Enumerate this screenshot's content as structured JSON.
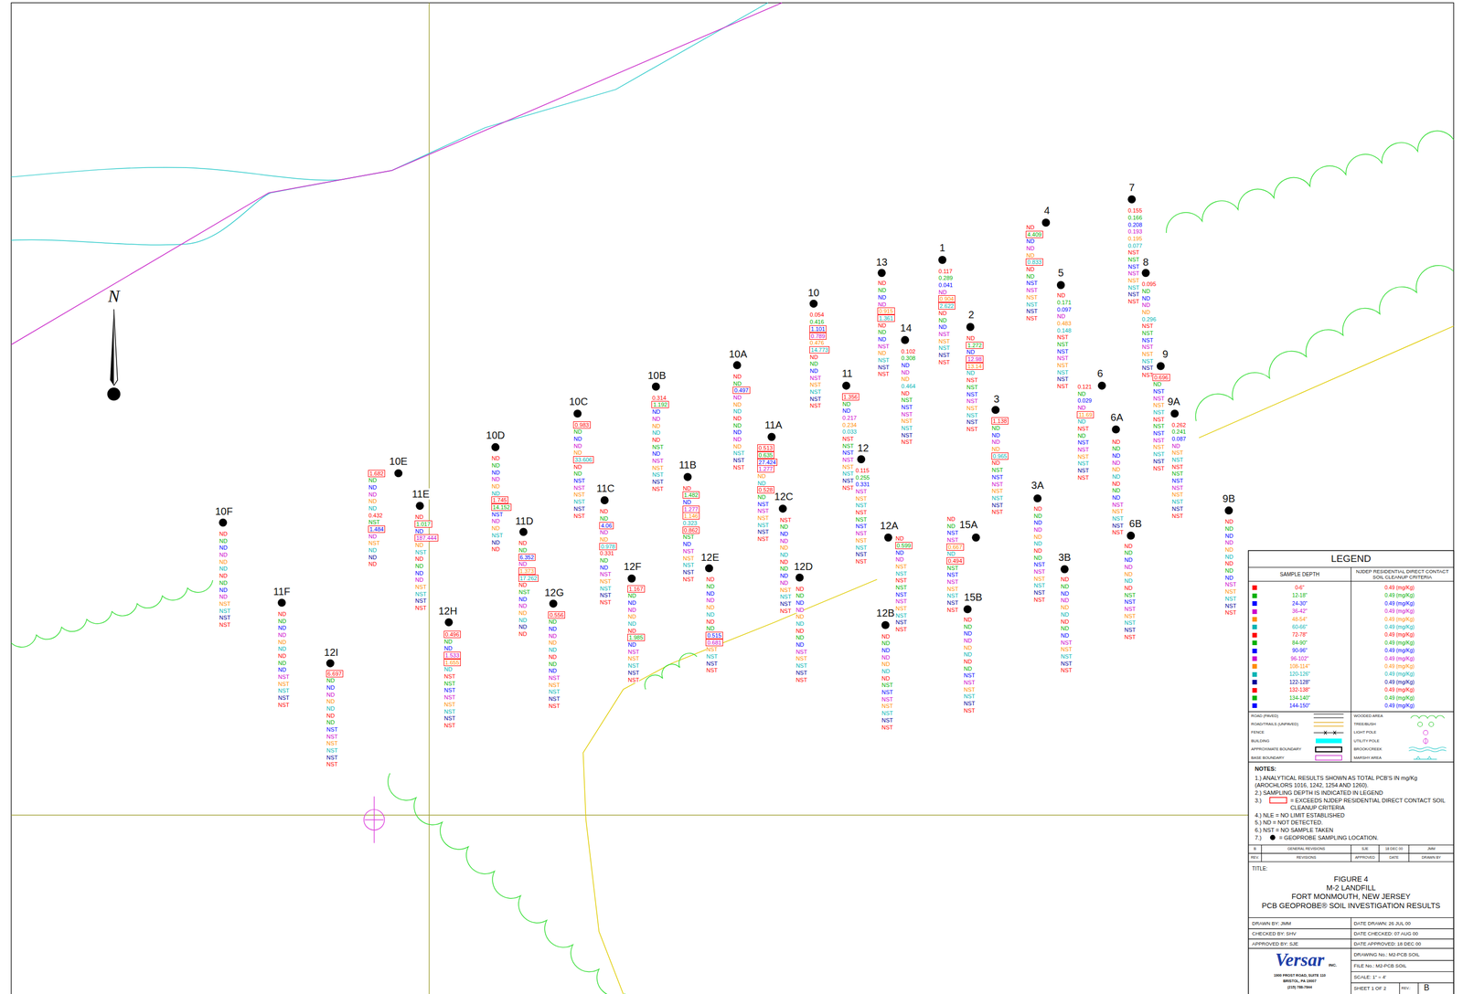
{
  "diagram": {
    "labels": [
      "10F",
      "ND",
      "ND",
      "ND",
      "ND",
      "ND",
      "ND",
      "ND",
      "ND",
      "ND",
      "ND",
      "NST",
      "NST",
      "NST",
      "NST",
      "11F",
      "ND",
      "ND",
      "ND",
      "ND",
      "ND",
      "ND",
      "ND",
      "ND",
      "ND",
      "NST",
      "NST",
      "NST",
      "NST",
      "NST",
      "12I",
      "6.697",
      "ND",
      "ND",
      "ND",
      "ND",
      "ND",
      "ND",
      "ND",
      "NST",
      "NST",
      "NST",
      "NST",
      "NST",
      "NST",
      "10E",
      "1.682",
      "ND",
      "ND",
      "ND",
      "ND",
      "ND",
      "0.432",
      "NST",
      "1.484",
      "ND",
      "NST",
      "ND",
      "ND",
      "ND",
      "11E",
      "ND",
      "1.017",
      "ND",
      "187.444",
      "ND",
      "NST",
      "ND",
      "ND",
      "ND",
      "ND",
      "NST",
      "NST",
      "NST",
      "NST",
      "12H",
      "0.496",
      "ND",
      "ND",
      "1.533",
      "1.655",
      "ND",
      "NST",
      "NST",
      "NST",
      "NST",
      "NST",
      "NST",
      "NST",
      "NST",
      "10D",
      "ND",
      "ND",
      "ND",
      "ND",
      "ND",
      "ND",
      "1.745",
      "14.152",
      "NST",
      "ND",
      "ND",
      "NST",
      "ND",
      "ND",
      "11D",
      "ND",
      "ND",
      "6.352",
      "ND",
      "1.373",
      "17.262",
      "ND",
      "NST",
      "ND",
      "ND",
      "ND",
      "ND",
      "ND",
      "ND",
      "10C",
      "0.983",
      "ND",
      "ND",
      "ND",
      "ND",
      "33.606",
      "ND",
      "ND",
      "NST",
      "NST",
      "NST",
      "NST",
      "NST",
      "NST",
      "11C",
      "ND",
      "ND",
      "4.06",
      "ND",
      "ND",
      "0.978",
      "0.331",
      "ND",
      "ND",
      "NST",
      "NST",
      "NST",
      "NST",
      "NST",
      "12G",
      "0.556",
      "ND",
      "ND",
      "ND",
      "ND",
      "ND",
      "ND",
      "ND",
      "ND",
      "NST",
      "NST",
      "NST",
      "NST",
      "NST",
      "10B",
      "0.314",
      "1.192",
      "ND",
      "ND",
      "ND",
      "ND",
      "ND",
      "NST",
      "ND",
      "NST",
      "NST",
      "NST",
      "NST",
      "NST",
      "12F",
      "1.167",
      "ND",
      "ND",
      "ND",
      "ND",
      "ND",
      "ND",
      "1.985",
      "ND",
      "NST",
      "NST",
      "NST",
      "NST",
      "NST",
      "11B",
      "ND",
      "1.482",
      "ND",
      "1.277",
      "1.146",
      "0.323",
      "0.862",
      "NST",
      "ND",
      "NST",
      "NST",
      "NST",
      "NST",
      "NST",
      "12E",
      "ND",
      "ND",
      "ND",
      "ND",
      "ND",
      "ND",
      "ND",
      "ND",
      "0.515",
      "0.681",
      "NST",
      "NST",
      "NST",
      "NST",
      "10A",
      "ND",
      "ND",
      "0.497",
      "ND",
      "ND",
      "ND",
      "ND",
      "ND",
      "ND",
      "ND",
      "ND",
      "NST",
      "NST",
      "NST",
      "11A",
      "0.513",
      "0.635",
      "27.424",
      "1.277",
      "ND",
      "ND",
      "0.528",
      "ND",
      "NST",
      "NST",
      "NST",
      "NST",
      "NST",
      "NST",
      "12C",
      "NST",
      "ND",
      "ND",
      "ND",
      "ND",
      "ND",
      "ND",
      "ND",
      "ND",
      "ND",
      "NST",
      "NST",
      "NST",
      "NST",
      "12D",
      "ND",
      "ND",
      "ND",
      "ND",
      "ND",
      "ND",
      "ND",
      "ND",
      "ND",
      "NST",
      "NST",
      "NST",
      "NST",
      "NST",
      "10",
      "0.054",
      "0.416",
      "1.101",
      "0.789",
      "0.476",
      "14.773",
      "ND",
      "ND",
      "ND",
      "NST",
      "NST",
      "NST",
      "NST",
      "NST",
      "11",
      "1.356",
      "ND",
      "ND",
      "0.217",
      "0.234",
      "0.033",
      "NST",
      "NST",
      "NST",
      "NST",
      "NST",
      "NST",
      "NST",
      "NST",
      "12",
      "0.115",
      "0.255",
      "0.331",
      "NST",
      "NST",
      "NST",
      "NST",
      "NST",
      "NST",
      "NST",
      "NST",
      "NST",
      "NST",
      "NST",
      "13",
      "ND",
      "ND",
      "ND",
      "ND",
      "0.915",
      "1.361",
      "ND",
      "ND",
      "ND",
      "NST",
      "ND",
      "NST",
      "NST",
      "NST",
      "14",
      "0.102",
      "0.308",
      "ND",
      "ND",
      "ND",
      "0.464",
      "ND",
      "NST",
      "NST",
      "NST",
      "NST",
      "NST",
      "NST",
      "NST",
      "1",
      "0.117",
      "0.289",
      "0.041",
      "ND",
      "0.904",
      "2.622",
      "ND",
      "ND",
      "ND",
      "NST",
      "NST",
      "NST",
      "NST",
      "NST",
      "2",
      "ND",
      "1.272",
      "ND",
      "12.98",
      "13.14",
      "ND",
      "NST",
      "NST",
      "NST",
      "NST",
      "NST",
      "NST",
      "NST",
      "NST",
      "3",
      "1.138",
      "ND",
      "ND",
      "ND",
      "ND",
      "0.965",
      "ND",
      "NST",
      "NST",
      "NST",
      "NST",
      "NST",
      "NST",
      "NST",
      "12A",
      "ND",
      "0.599",
      "ND",
      "ND",
      "NST",
      "NST",
      "NST",
      "NST",
      "NST",
      "NST",
      "NST",
      "NST",
      "NST",
      "NST",
      "15A",
      "ND",
      "ND",
      "NST",
      "NST",
      "0.667",
      "ND",
      "0.494",
      "NST",
      "NST",
      "NST",
      "NST",
      "NST",
      "NST",
      "NST",
      "12B",
      "ND",
      "ND",
      "ND",
      "ND",
      "ND",
      "ND",
      "ND",
      "NST",
      "NST",
      "NST",
      "NST",
      "NST",
      "NST",
      "NST",
      "15B",
      "ND",
      "ND",
      "ND",
      "ND",
      "ND",
      "ND",
      "ND",
      "ND",
      "NST",
      "NST",
      "NST",
      "NST",
      "NST",
      "NST",
      "4",
      "ND",
      "4.409",
      "ND",
      "ND",
      "ND",
      "0.833",
      "ND",
      "ND",
      "NST",
      "NST",
      "NST",
      "NST",
      "NST",
      "NST",
      "5",
      "ND",
      "0.171",
      "0.097",
      "ND",
      "0.483",
      "0.148",
      "NST",
      "NST",
      "NST",
      "NST",
      "NST",
      "NST",
      "NST",
      "NST",
      "3A",
      "ND",
      "ND",
      "ND",
      "ND",
      "ND",
      "ND",
      "ND",
      "ND",
      "NST",
      "NST",
      "NST",
      "NST",
      "NST",
      "NST",
      "3B",
      "ND",
      "ND",
      "ND",
      "ND",
      "ND",
      "ND",
      "ND",
      "ND",
      "ND",
      "NST",
      "NST",
      "NST",
      "NST",
      "NST",
      "6",
      "0.121",
      "ND",
      "0.029",
      "ND",
      "11.69",
      "ND",
      "NST",
      "ND",
      "NST",
      "NST",
      "NST",
      "NST",
      "NST",
      "NST",
      "6A",
      "ND",
      "ND",
      "ND",
      "ND",
      "ND",
      "ND",
      "ND",
      "ND",
      "ND",
      "NST",
      "NST",
      "NST",
      "NST",
      "NST",
      "6B",
      "ND",
      "ND",
      "ND",
      "ND",
      "ND",
      "ND",
      "ND",
      "NST",
      "NST",
      "NST",
      "NST",
      "NST",
      "NST",
      "NST",
      "7",
      "0.155",
      "0.166",
      "0.208",
      "0.193",
      "0.195",
      "0.077",
      "NST",
      "NST",
      "NST",
      "NST",
      "NST",
      "NST",
      "NST",
      "NST",
      "8",
      "0.095",
      "ND",
      "ND",
      "ND",
      "ND",
      "0.296",
      "NST",
      "NST",
      "NST",
      "NST",
      "NST",
      "NST",
      "NST",
      "NST",
      "9",
      "0.696",
      "ND",
      "NST",
      "NST",
      "NST",
      "NST",
      "NST",
      "NST",
      "NST",
      "NST",
      "NST",
      "NST",
      "NST",
      "NST",
      "9A",
      "0.262",
      "0.241",
      "0.087",
      "ND",
      "NST",
      "NST",
      "NST",
      "NST",
      "NST",
      "NST",
      "NST",
      "NST",
      "NST",
      "NST",
      "9B",
      "ND",
      "ND",
      "ND",
      "ND",
      "ND",
      "ND",
      "ND",
      "ND",
      "ND",
      "NST",
      "NST",
      "NST",
      "NST",
      "NST",
      "N",
      "LEGEND",
      "SAMPLE DEPTH",
      "NJDEP RESIDENTIAL DIRECT CONTACT SOIL CLEANUP CRITERIA",
      "0.49 (mg/Kg)",
      "0.49 (mg/Kg)",
      "0.49 (mg/Kg)",
      "0.49 (mg/Kg)",
      "0.49 (mg/Kg)",
      "0.49 (mg/Kg)",
      "0.49 (mg/Kg)",
      "0.49 (mg/Kg)",
      "0.49 (mg/Kg)",
      "0.49 (mg/Kg)",
      "0.49 (mg/Kg)",
      "0.49 (mg/Kg)",
      "0.49 (mg/Kg)",
      "0.49 (mg/Kg)",
      "0.49 (mg/Kg)",
      "0.49 (mg/Kg)",
      "NOTES:",
      "1.) ANALYTICAL RESULTS SHOWN AS TOTAL PCB'S IN mg/Kg (AROCHLORS 1016, 1242, 1254 AND 1260).",
      "2.) SAMPLING DEPTH IS INDICATED IN LEGEND",
      "3.)",
      "= EXCEEDS NJDEP RESIDENTIAL DIRECT CONTACT SOIL CLEANUP CRITERIA",
      "4.) NLE = NO LIMIT ESTABLISHED",
      "5.) ND = NOT DETECTED.",
      "6.) NST = NO SAMPLE TAKEN",
      "7.)",
      "= GEOPROBE SAMPLING LOCATION.",
      "B",
      "GENERAL REVISIONS",
      "SJE",
      "18 DEC 00",
      "JMM",
      "REV.",
      "REVISIONS",
      "APPROVED",
      "DATE",
      "DRAWN BY",
      "TITLE:",
      "FIGURE 4",
      "M-2 LANDFILL",
      "FORT MONMOUTH, NEW JERSEY",
      "PCB GEOPROBE® SOIL INVESTIGATION RESULTS",
      "DRAWN BY: JMM",
      "DATE DRAWN: 26 JUL 00",
      "CHECKED BY: SHV",
      "DATE CHECKED: 07 AUG 00",
      "APPROVED BY: SJE",
      "DATE APPROVED: 18 DEC 00",
      "Versar",
      "INC.",
      "1900 FROST ROAD, SUITE 110",
      "BRISTOL, PA 19007",
      "(215) 788-7844",
      "DRAWING No.: M2-PCB SOIL",
      "FILE No.: M2-PCB SOIL",
      "SCALE: 1\" = 4'",
      "SHEET 1 OF 2",
      "REV.:",
      "B"
    ],
    "legend": [
      {
        "text": "0-6\"",
        "color": "#ff0000"
      },
      {
        "text": "12-18\"",
        "color": "#00b000"
      },
      {
        "text": "24-30\"",
        "color": "#0000ff"
      },
      {
        "text": "36-42\"",
        "color": "#cc00cc"
      },
      {
        "text": "48-54\"",
        "color": "#ff8c00"
      },
      {
        "text": "60-66\"",
        "color": "#00b4b4"
      },
      {
        "text": "72-78\"",
        "color": "#ff0000"
      },
      {
        "text": "84-90\"",
        "color": "#00b000"
      },
      {
        "text": "90-96\"",
        "color": "#0000ff"
      },
      {
        "text": "96-102\"",
        "color": "#cc00cc"
      },
      {
        "text": "108-114\"",
        "color": "#ff8c00"
      },
      {
        "text": "120-126\"",
        "color": "#00b4b4"
      },
      {
        "text": "122-128\"",
        "color": "#000099"
      },
      {
        "text": "132-138\"",
        "color": "#ff0000"
      },
      {
        "text": "134-140\"",
        "color": "#00b000"
      },
      {
        "text": "144-150\"",
        "color": "#0000ff"
      },
      {
        "text": "ROAD (PAVED)"
      },
      {
        "text": "ROAD/TRAILS (UNPAVED)"
      },
      {
        "text": "FENCE"
      },
      {
        "text": "BUILDING",
        "color": "#00ffff"
      },
      {
        "text": "APPROXIMATE BOUNDARY"
      },
      {
        "text": "BASE BOUNDARY"
      },
      {
        "text": "WOODED AREA"
      },
      {
        "text": "TREE/BUSH"
      },
      {
        "text": "LIGHT POLE"
      },
      {
        "text": "UTILITY POLE"
      },
      {
        "text": "BROOK/CREEK"
      },
      {
        "text": "MARSHY AREA"
      }
    ]
  }
}
